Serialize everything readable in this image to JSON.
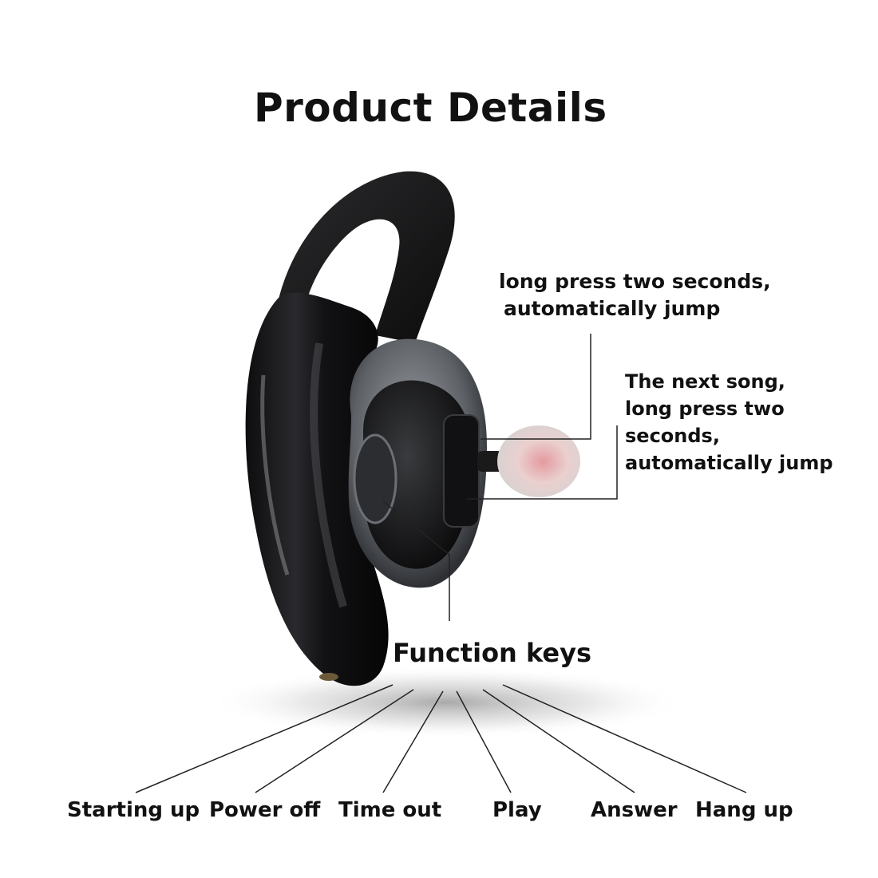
{
  "title": "Product Details",
  "callouts": {
    "top": [
      "long press two seconds,",
      "automatically jump"
    ],
    "side": [
      "The next song,",
      "long press two",
      "seconds,",
      "automatically jump"
    ],
    "function_keys": "Function keys"
  },
  "functions": [
    "Starting up",
    "Power off",
    "Time out",
    "Play",
    "Answer",
    "Hang up"
  ],
  "colors": {
    "background": "#ffffff",
    "text": "#111111",
    "headset_body": "#1c1c1e",
    "bezel": "#6f7378",
    "eartip": "#e8c2c2"
  }
}
